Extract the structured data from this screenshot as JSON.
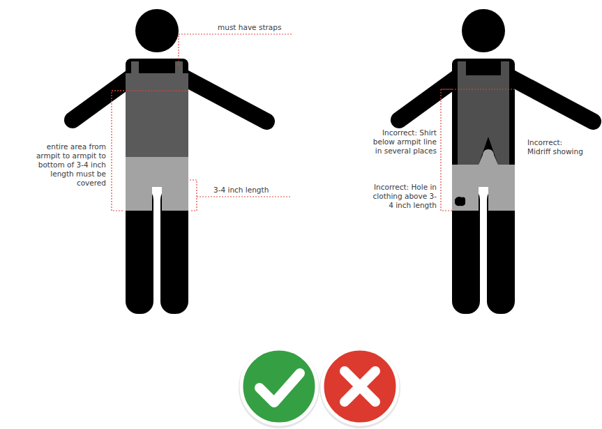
{
  "diagram": {
    "labels": [
      "must have straps",
      "entire area from armpit to armpit to bottom of 3-4 inch length must be covered",
      "3-4 inch length",
      "Incorrect: Shirt below armpit line in several places",
      "Incorrect: Midriff showing",
      "Incorrect: Hole in clothing above 3-4 inch length"
    ]
  }
}
